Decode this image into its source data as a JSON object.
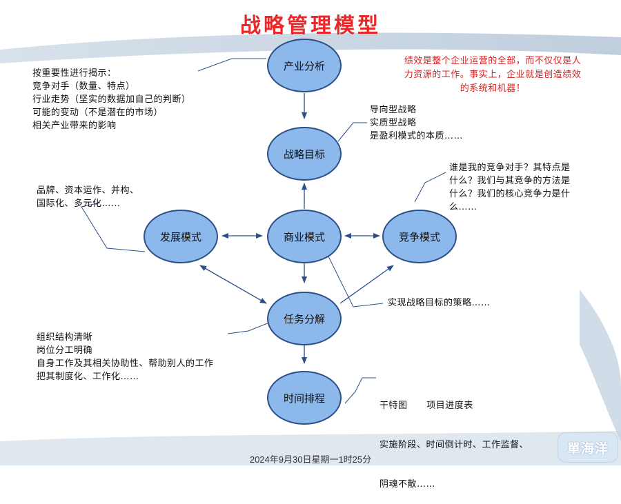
{
  "title": "战略管理模型",
  "nodes": {
    "industry_analysis": "产业分析",
    "strategic_goal": "战略目标",
    "business_model": "商业模式",
    "development_model": "发展模式",
    "competition_model": "竞争模式",
    "task_decomposition": "任务分解",
    "schedule": "时间排程"
  },
  "notes": {
    "industry": [
      "按重要性进行揭示：",
      "竞争对手（数量、特点）",
      "行业走势（坚实的数据加自己的判断）",
      "可能的变动（不是潜在的市场）",
      "相关产业带来的影响"
    ],
    "goal": [
      "导向型战略",
      "实质型战略",
      "是盈利模式的本质……"
    ],
    "performance": [
      "绩效是整个企业运营的全部，而不仅仅是人",
      "力资源的工作。事实上，企业就是创造绩效",
      "的系统和机器！"
    ],
    "competition": [
      "谁是我的竞争对手？其特点是",
      "什么？我们与其竞争的方法是",
      "什么？我们的核心竞争力是什",
      "么……"
    ],
    "development": [
      "品牌、资本运作、并构、",
      "国际化、多元化……"
    ],
    "strategy": "实现战略目标的策略……",
    "task": [
      "组织结构清晰",
      "岗位分工明确",
      "自身工作及其相关协助性、帮助别人的工作",
      "把其制度化、工作化……"
    ],
    "schedule": [
      "干特图      项目进度表",
      "实施阶段、时间倒计时、工作监督、",
      "阴魂不散……"
    ]
  },
  "footer": "2024年9月30日星期一1时25分",
  "logo": "單海洋",
  "colors": {
    "title": "#e8282a",
    "node_fill": "#8cb8ec",
    "node_border": "#2b4f86",
    "arrow": "#2b4f86",
    "red_note": "#d62020"
  }
}
